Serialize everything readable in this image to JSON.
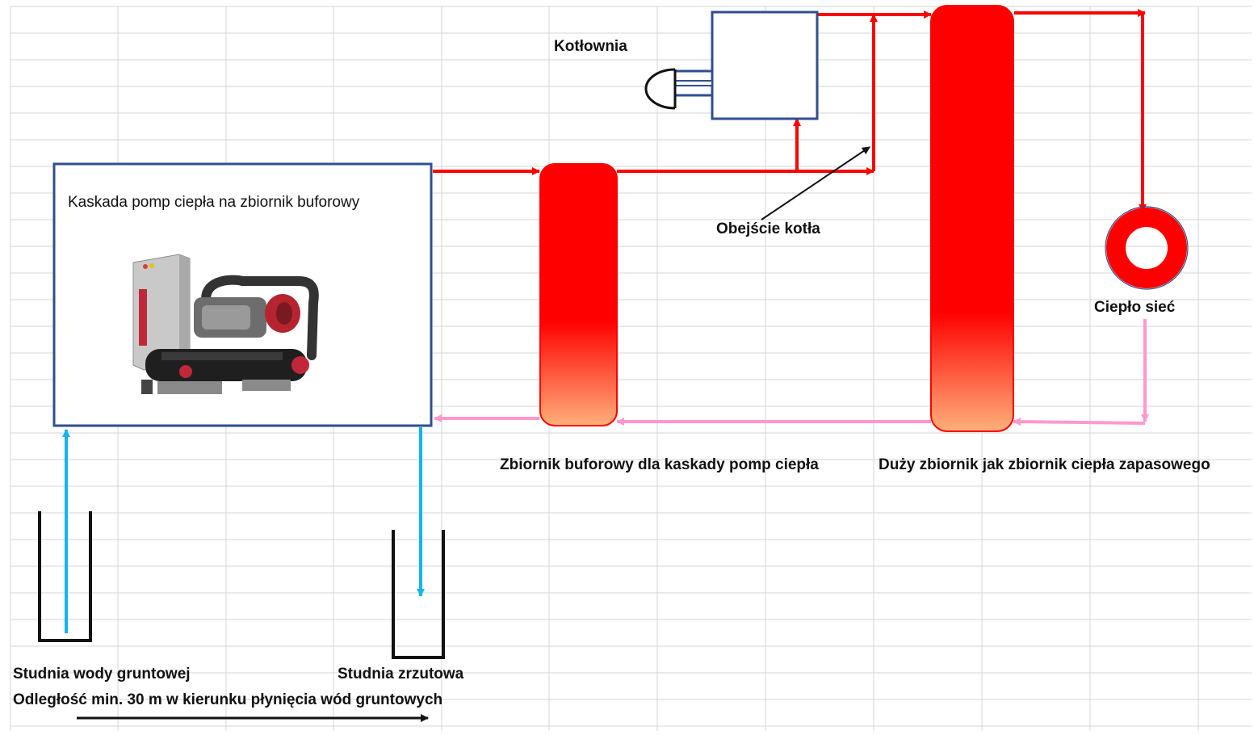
{
  "labels": {
    "heat_pump_cascade": "Kaskada pomp ciepła na zbiornik buforowy",
    "boiler_room": "Kotłownia",
    "boiler_bypass": "Obejście kotła",
    "heat_network": "Ciepło sieć",
    "buffer_tank": "Zbiornik buforowy dla kaskady pomp ciepła",
    "large_tank": "Duży zbiornik jak zbiornik ciepła zapasowego",
    "groundwater_well": "Studnia wody gruntowej",
    "discharge_well": "Studnia zrzutowa",
    "distance_note": "Odległość min. 30 m w kierunku płynięcia wód gruntowych"
  },
  "colors": {
    "supply": "#ff0000",
    "return": "#ff99cc",
    "groundwater": "#14b4f0",
    "box_border": "#2f4f8f",
    "grid": "#d4d4d4",
    "outline": "#111111"
  }
}
